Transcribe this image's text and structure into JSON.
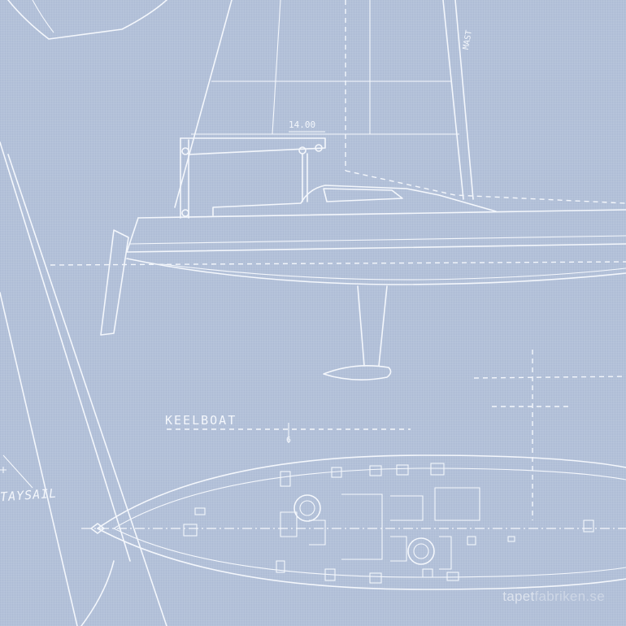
{
  "labels": {
    "dimension": "14.00",
    "mast": "MAST",
    "boat_type": "KEELBOAT",
    "staysail": "TAYSAIL",
    "dim_mark": "6"
  },
  "watermark": {
    "part1": "tapet",
    "part2": "fabriken.se"
  },
  "colors": {
    "background": "#b3c1d9",
    "line": "#f4f7fc"
  }
}
